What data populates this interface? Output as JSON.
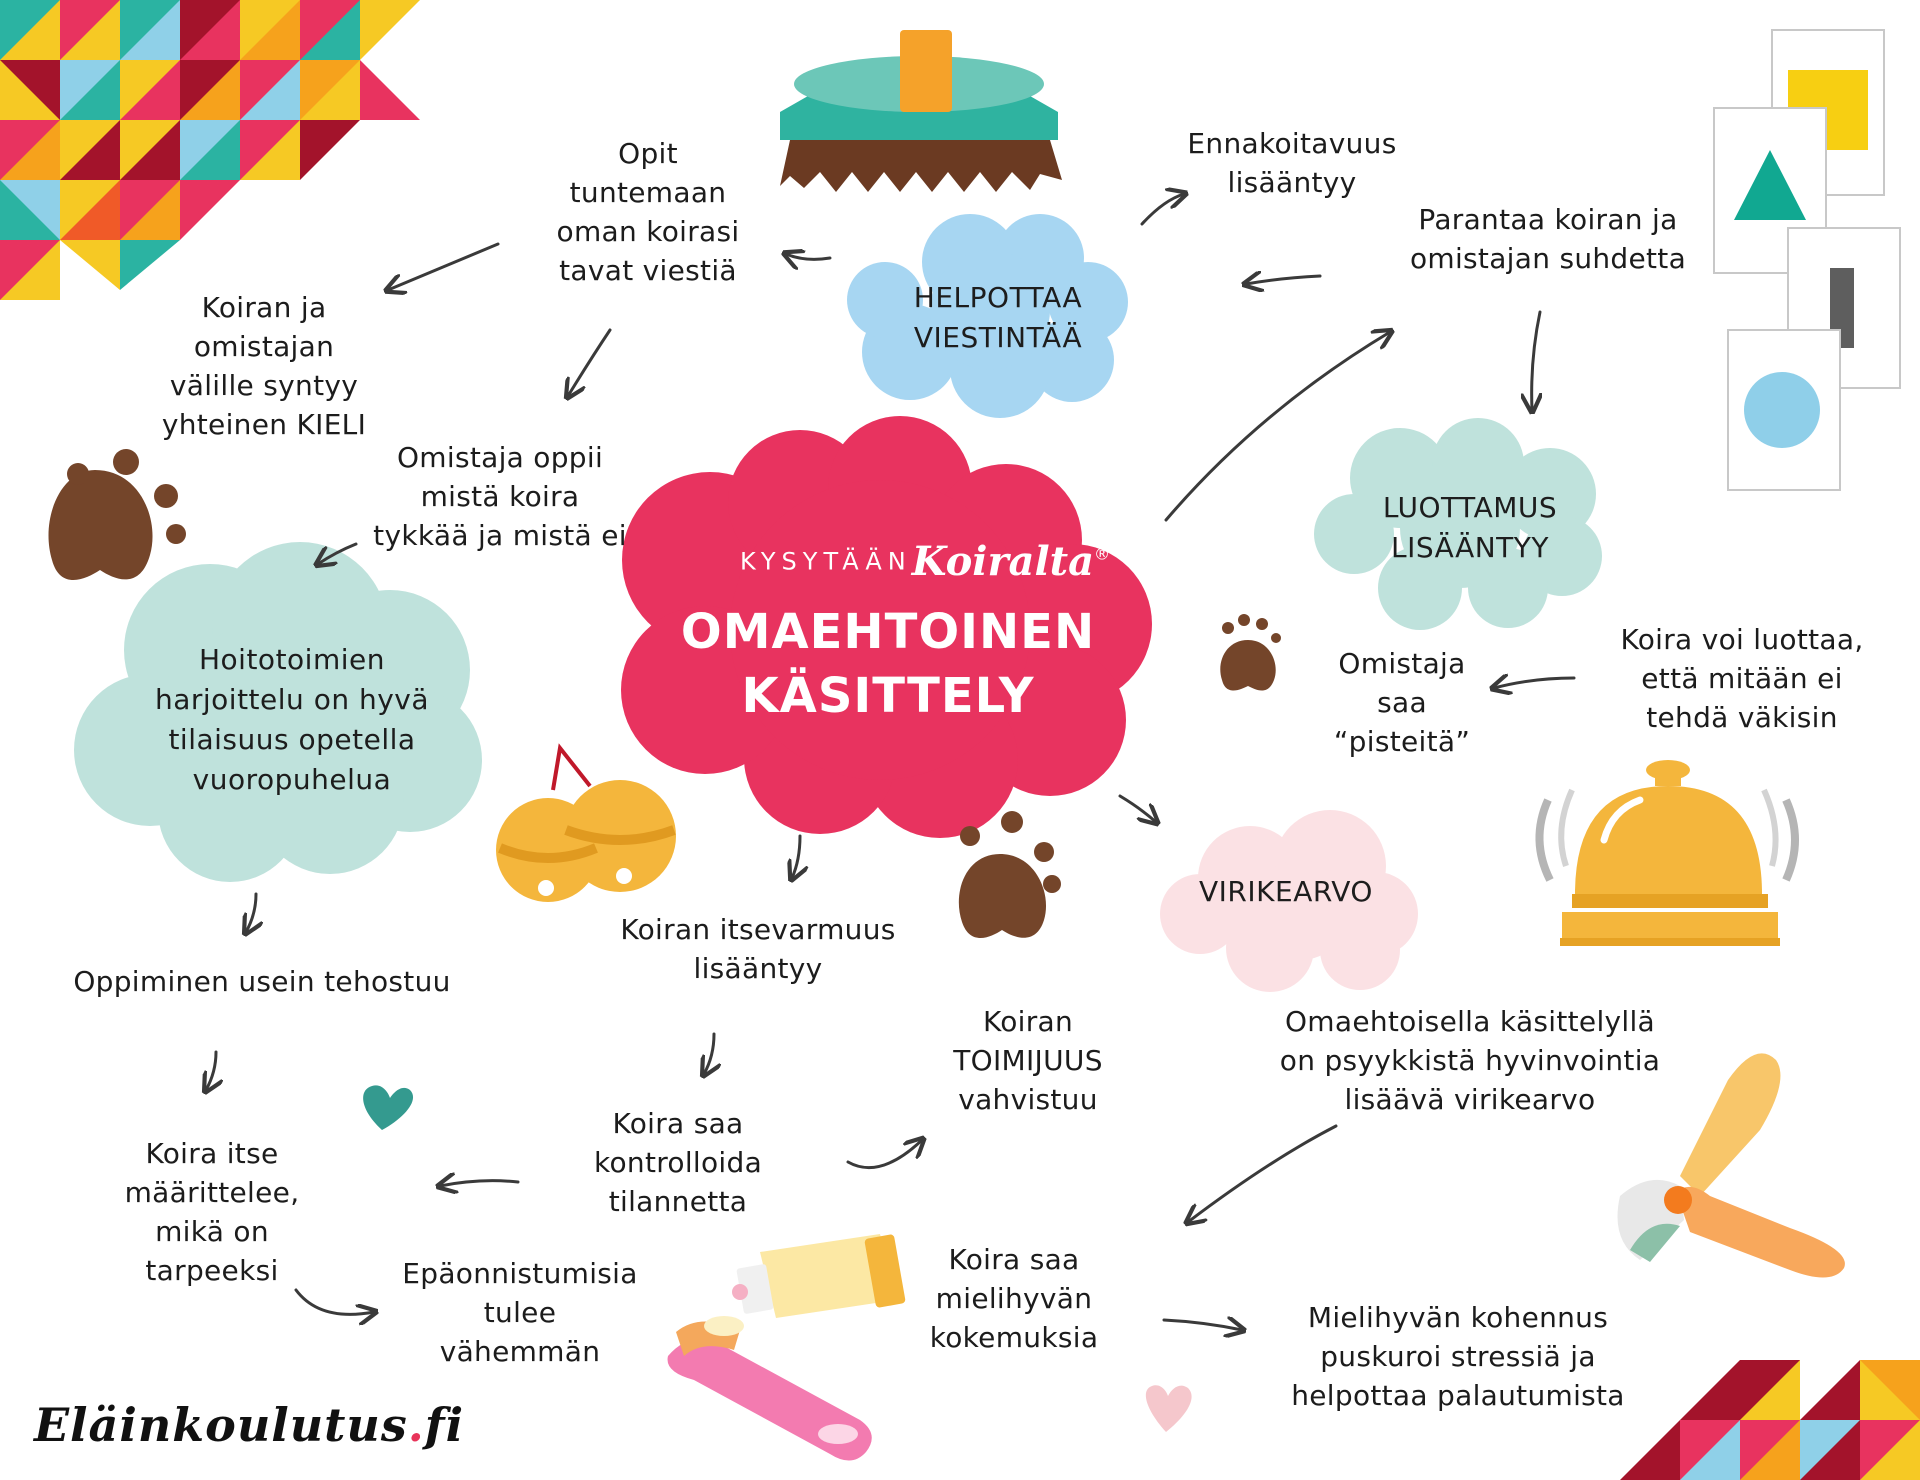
{
  "brand": {
    "small": "KYSYTÄÄN",
    "big": "Koiralta",
    "reg": "®"
  },
  "title_lines": [
    "OMAEHTOINEN",
    "KÄSITTELY"
  ],
  "clouds": {
    "helpottaa": [
      "HELPOTTAA",
      "VIESTINTÄÄ"
    ],
    "luottamus": [
      "LUOTTAMUS",
      "LISÄÄNTYY"
    ],
    "hoitotoimien": [
      "Hoitotoimien",
      "harjoittelu on hyvä",
      "tilaisuus opetella",
      "vuoropuhelua"
    ],
    "virikearvo": [
      "VIRIKEARVO"
    ]
  },
  "texts": {
    "opit": [
      "Opit",
      "tuntemaan",
      "oman koirasi",
      "tavat viestiä"
    ],
    "kieli": [
      "Koiran ja",
      "omistajan",
      "välille syntyy",
      "yhteinen KIELI"
    ],
    "omistaja_oppii": [
      "Omistaja oppii",
      "mistä koira",
      "tykkää ja mistä ei"
    ],
    "ennakoitavuus": [
      "Ennakoitavuus",
      "lisääntyy"
    ],
    "parantaa": [
      "Parantaa koiran ja",
      "omistajan suhdetta"
    ],
    "koira_voi": [
      "Koira voi luottaa,",
      "että mitään ei",
      "tehdä väkisin"
    ],
    "pisteita": [
      "Omistaja",
      "saa",
      "“pisteitä”"
    ],
    "oppiminen": [
      "Oppiminen usein tehostuu"
    ],
    "itsevarmuus": [
      "Koiran itsevarmuus",
      "lisääntyy"
    ],
    "toimijuus": [
      "Koiran",
      "TOIMIJUUS",
      "vahvistuu"
    ],
    "psyykkista": [
      "Omaehtoisella käsittelyllä",
      "on psyykkistä hyvinvointia",
      "lisäävä virikearvo"
    ],
    "maarittelee": [
      "Koira itse",
      "määrittelee,",
      "mikä on",
      "tarpeeksi"
    ],
    "kontrolloida": [
      "Koira saa",
      "kontrolloida",
      "tilannetta"
    ],
    "epaonnistumisia": [
      "Epäonnistumisia",
      "tulee",
      "vähemmän"
    ],
    "mielihyvan": [
      "Koira saa",
      "mielihyvän",
      "kokemuksia"
    ],
    "kohennus": [
      "Mielihyvän kohennus",
      "puskuroi stressiä ja",
      "helpottaa palautumista"
    ]
  },
  "footer": {
    "name": "Eläinkoulutus",
    "dot": ".",
    "tld": "fi"
  },
  "colors": {
    "pink": "#e8335f",
    "cloud_blue": "#a7d6f2",
    "cloud_mint": "#bfe2dc",
    "cloud_light_pink": "#fbe1e4",
    "paw_brown": "#74452a",
    "gold": "#f4b63c",
    "teal": "#2fb3a0",
    "arrow": "#3a3a3a"
  }
}
